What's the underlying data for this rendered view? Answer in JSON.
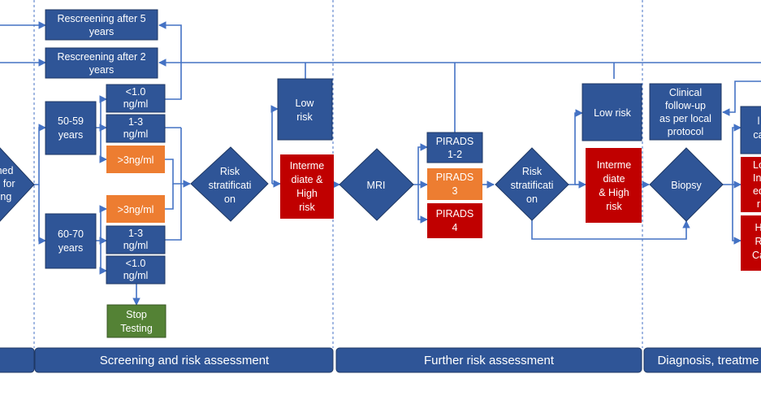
{
  "nodes": {
    "invite": {
      "lines": [
        "hed",
        "n for",
        "ing"
      ]
    },
    "resc5": {
      "lines": [
        "Rescreening after 5",
        "years"
      ]
    },
    "resc2": {
      "lines": [
        "Rescreening after 2",
        "years"
      ]
    },
    "age5059": {
      "lines": [
        "50-59",
        "years"
      ]
    },
    "age6070": {
      "lines": [
        "60-70",
        "years"
      ]
    },
    "psa_lt1_a": {
      "lines": [
        "<1.0",
        "ng/ml"
      ]
    },
    "psa_13_a": {
      "lines": [
        "1-3",
        "ng/ml"
      ]
    },
    "psa_gt3_a": {
      "lines": [
        ">3ng/ml"
      ]
    },
    "psa_gt3_b": {
      "lines": [
        ">3ng/ml"
      ]
    },
    "psa_13_b": {
      "lines": [
        "1-3",
        "ng/ml"
      ]
    },
    "psa_lt1_b": {
      "lines": [
        "<1.0",
        "ng/ml"
      ]
    },
    "stop": {
      "lines": [
        "Stop",
        "Testing"
      ]
    },
    "risk1": {
      "lines": [
        "Risk",
        "stratificati",
        "on"
      ]
    },
    "low1": {
      "lines": [
        "Low",
        "risk"
      ]
    },
    "inthigh1": {
      "lines": [
        "Interme",
        "diate &",
        "High",
        "risk"
      ]
    },
    "mri": {
      "lines": [
        "MRI"
      ]
    },
    "pirads12": {
      "lines": [
        "PIRADS",
        "1-2"
      ]
    },
    "pirads3": {
      "lines": [
        "PIRADS",
        "3"
      ]
    },
    "pirads4": {
      "lines": [
        "PIRADS",
        "4"
      ]
    },
    "risk2": {
      "lines": [
        "Risk",
        "stratificati",
        "on"
      ]
    },
    "low2": {
      "lines": [
        "Low risk"
      ]
    },
    "inthigh2": {
      "lines": [
        "Interme",
        "diate",
        "& High",
        "risk"
      ]
    },
    "clinical": {
      "lines": [
        "Clinical",
        "follow-up",
        "as per local",
        "protocol"
      ]
    },
    "biopsy": {
      "lines": [
        "Biopsy"
      ]
    },
    "out_top": {
      "lines": [
        "l",
        "ca"
      ]
    },
    "out_mid": {
      "lines": [
        "Lo",
        "Int",
        "ed",
        "r"
      ]
    },
    "out_bot": {
      "lines": [
        "H",
        "R",
        "Ca"
      ]
    }
  },
  "phases": {
    "screening": "Screening and risk assessment",
    "further": "Further risk assessment",
    "diagnosis": "Diagnosis, treatme"
  },
  "colors": {
    "blue": "#2F5597",
    "red": "#C00000",
    "orange": "#ED7D31",
    "green": "#548235",
    "connector": "#4472C4"
  }
}
